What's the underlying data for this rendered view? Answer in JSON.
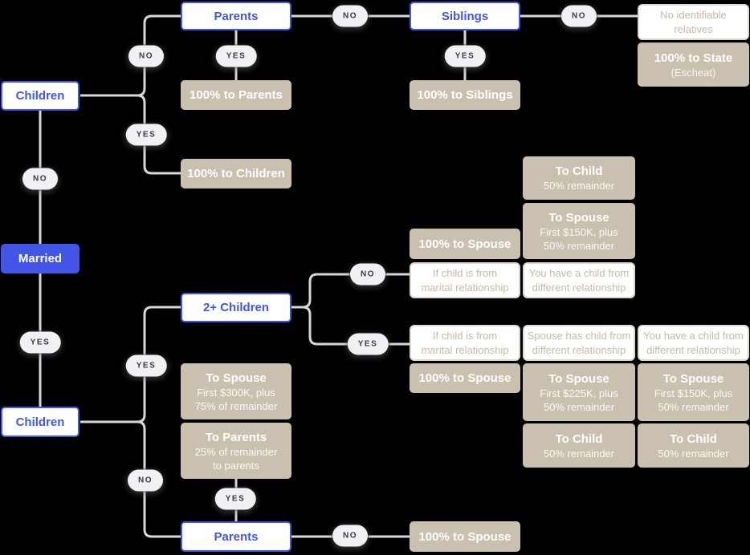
{
  "colors": {
    "background": "#000000",
    "accent_blue": "#4355e6",
    "outcome_tan": "#c9c0af",
    "note_text_tan": "#c5bba9",
    "connector_gray": "#d7d7db",
    "badge_bg": "#f1f1f4",
    "badge_text": "#333b47"
  },
  "decisions": {
    "children_top": "Children",
    "married": "Married",
    "children_bottom": "Children",
    "parents_top": "Parents",
    "siblings": "Siblings",
    "two_plus_children": "2+ Children",
    "parents_bottom": "Parents"
  },
  "badges": {
    "children_top_fork_no": "NO",
    "children_top_fork_yes": "YES",
    "parents_top_yes": "YES",
    "parents_top_no": "NO",
    "siblings_yes": "YES",
    "siblings_no": "NO",
    "married_no": "NO",
    "married_yes": "YES",
    "children_bottom_yes": "YES",
    "children_bottom_no": "NO",
    "two_plus_no": "NO",
    "two_plus_yes": "YES",
    "parents_bottom_yes": "YES",
    "parents_bottom_no": "NO"
  },
  "outcomes": {
    "parents_100": "100% to Parents",
    "children_100": "100% to Children",
    "siblings_100": "100% to Siblings",
    "state_100": {
      "title": "100% to State",
      "note": "(Escheat)"
    },
    "spouse_100_single": "100% to Spouse",
    "spouse_100_multi": "100% to Spouse",
    "spouse_100_no_parents": "100% to Spouse",
    "to_child_single": {
      "title": "To Child",
      "line1": "50% remainder"
    },
    "to_spouse_150_single": {
      "title": "To Spouse",
      "line1": "First $150K, plus",
      "line2": "50% remainder"
    },
    "to_spouse_225": {
      "title": "To Spouse",
      "line1": "First $225K, plus",
      "line2": "50% remainder"
    },
    "to_spouse_150_multi": {
      "title": "To Spouse",
      "line1": "First $150K, plus",
      "line2": "50% remainder"
    },
    "to_child_spouse_side": {
      "title": "To Child",
      "line1": "50% remainder"
    },
    "to_child_your_side": {
      "title": "To Child",
      "line1": "50% remainder"
    },
    "to_spouse_300": {
      "title": "To Spouse",
      "line1": "First $300K, plus",
      "line2": "75% of remainder"
    },
    "to_parents_25": {
      "title": "To Parents",
      "line1": "25% of remainder",
      "line2": "to parents"
    }
  },
  "notes": {
    "no_relatives": {
      "line1": "No identifiable",
      "line2": "relatives"
    },
    "if_marital_single": {
      "line1": "If child is from",
      "line2": "marital relationship"
    },
    "you_child_single": {
      "line1": "You have a child from",
      "line2": "different relationship"
    },
    "if_marital_multi": {
      "line1": "If child is from",
      "line2": "marital relationship"
    },
    "spouse_child_multi": {
      "line1": "Spouse has child from",
      "line2": "different relationship"
    },
    "you_child_multi": {
      "line1": "You have a child from",
      "line2": "different relationship"
    }
  }
}
